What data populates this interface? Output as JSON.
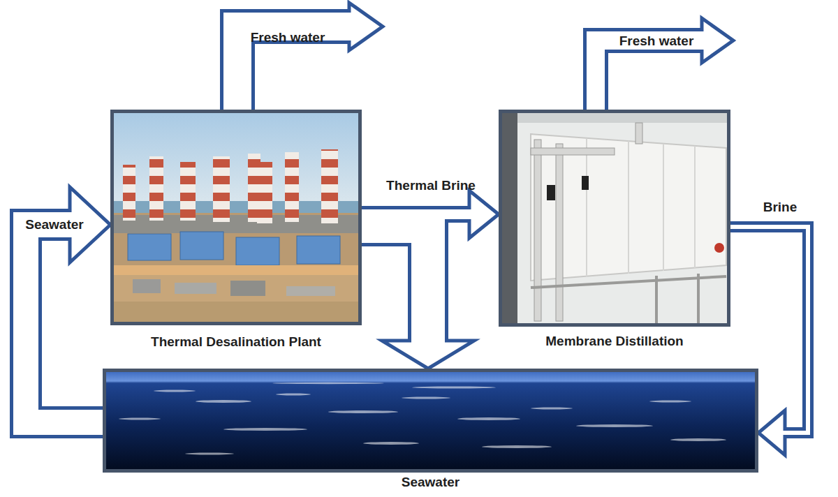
{
  "diagram": {
    "nodes": [
      {
        "text": [
          "Thermal Desalination Plant"
        ]
      },
      {
        "text": [
          "Membrane Distillation"
        ]
      },
      {
        "text": [
          "Seawater"
        ]
      }
    ],
    "edges": [
      {
        "from": 2,
        "to": 0,
        "label": "Seawater",
        "arrow": "to"
      },
      {
        "from": 0,
        "to": 1,
        "label": "Thermal Brine",
        "arrow": "to"
      },
      {
        "from": 0,
        "to": 2,
        "arrow": "to"
      },
      {
        "from": 1,
        "to": 2,
        "label": "Brine",
        "arrow": "to"
      }
    ],
    "labels": [
      "Fresh water",
      "Fresh water"
    ]
  }
}
